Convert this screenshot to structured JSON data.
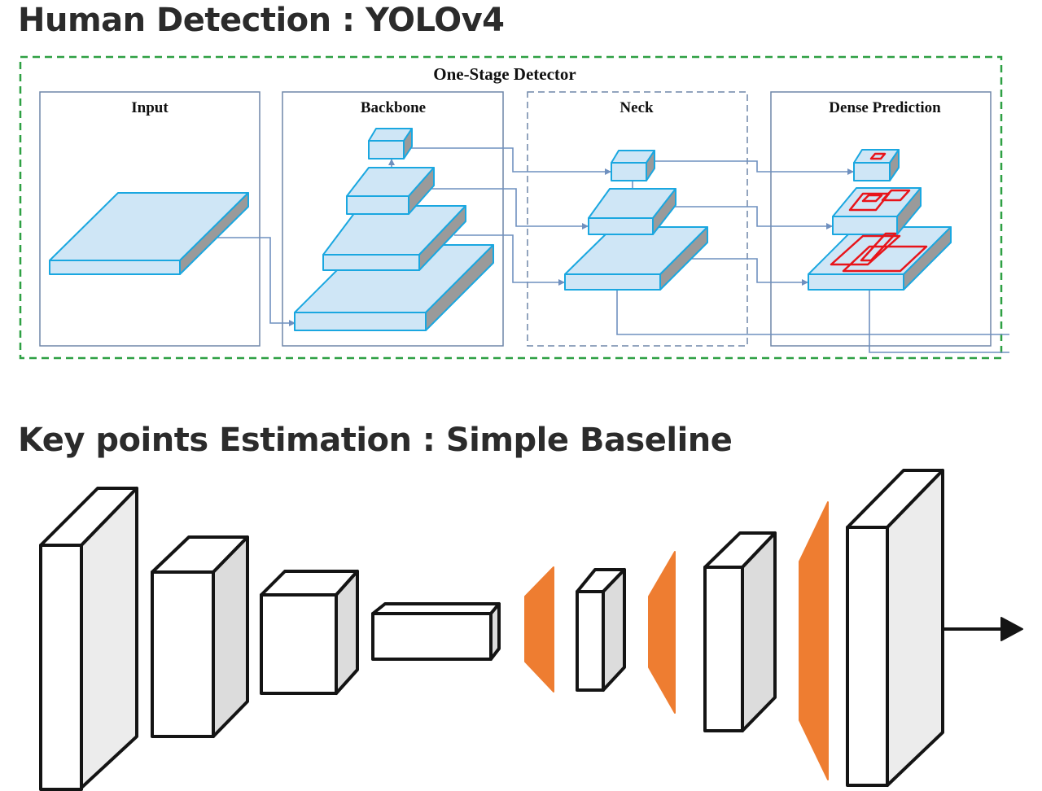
{
  "headings": {
    "detection": "Human Detection : YOLOv4",
    "keypoints": "Key points Estimation : Simple Baseline"
  },
  "yolo": {
    "title": "One-Stage Detector",
    "sections": {
      "input": "Input",
      "backbone": "Backbone",
      "neck": "Neck",
      "dense": "Dense Prediction"
    }
  },
  "colors": {
    "green_dash": "#2ea043",
    "panel_border": "#6f86a8",
    "layer_fill": "#cfe6f6",
    "layer_edge": "#1aa7e0",
    "layer_side": "#9a9a9a",
    "connector": "#6f90bf",
    "prediction_box": "#e8141a",
    "deconv": "#ee7d31"
  },
  "icons": [
    "arrow-right-icon"
  ]
}
